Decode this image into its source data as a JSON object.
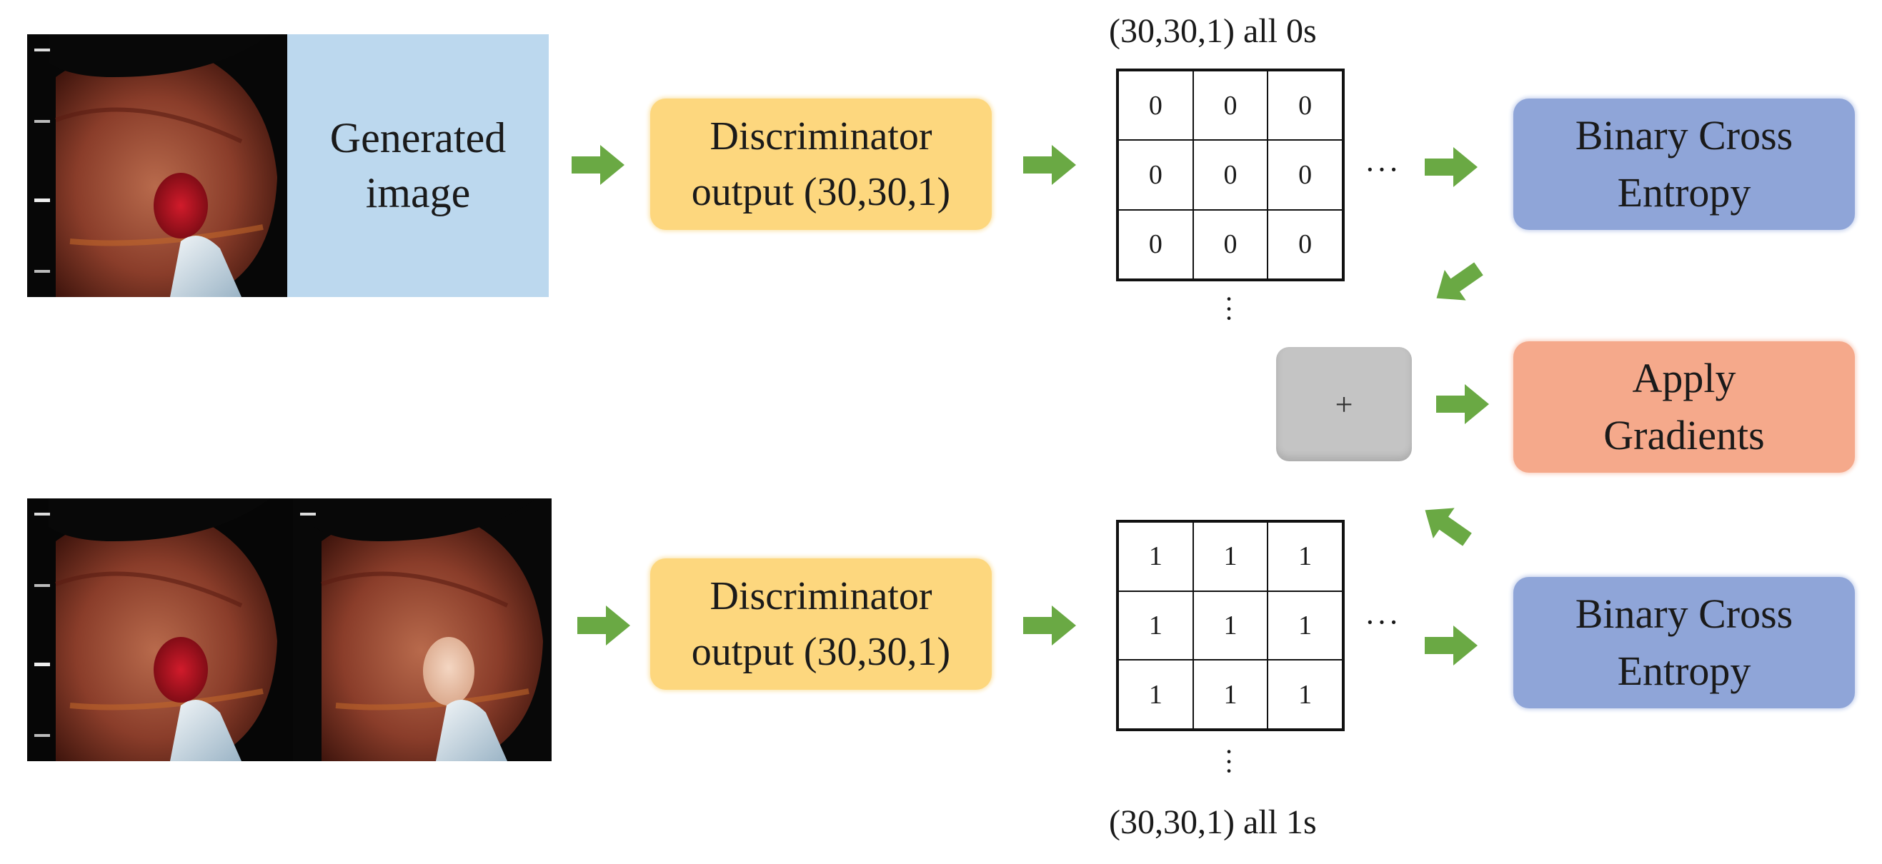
{
  "top_row": {
    "generated_label_line1": "Generated",
    "generated_label_line2": "image",
    "discriminator_line1": "Discriminator",
    "discriminator_line2": "output (30,30,1)",
    "matrix_caption": "(30,30,1) all 0s",
    "matrix_values": [
      "0",
      "0",
      "0",
      "0",
      "0",
      "0",
      "0",
      "0",
      "0"
    ],
    "horizontal_ellipsis": "···",
    "vertical_ellipsis": "⋮",
    "loss_line1": "Binary Cross",
    "loss_line2": "Entropy"
  },
  "bottom_row": {
    "discriminator_line1": "Discriminator",
    "discriminator_line2": "output (30,30,1)",
    "matrix_caption": "(30,30,1) all 1s",
    "matrix_values": [
      "1",
      "1",
      "1",
      "1",
      "1",
      "1",
      "1",
      "1",
      "1"
    ],
    "horizontal_ellipsis": "···",
    "vertical_ellipsis": "⋮",
    "loss_line1": "Binary Cross",
    "loss_line2": "Entropy"
  },
  "combine": {
    "plus_symbol": "+",
    "apply_line1": "Apply",
    "apply_line2": "Gradients"
  },
  "colors": {
    "generated_box": "#bcd8ee",
    "discriminator": "#fdd77e",
    "loss": "#8fa5d8",
    "apply": "#f5a98b",
    "plus": "#c4c4c4",
    "arrow": "#6aa944"
  }
}
